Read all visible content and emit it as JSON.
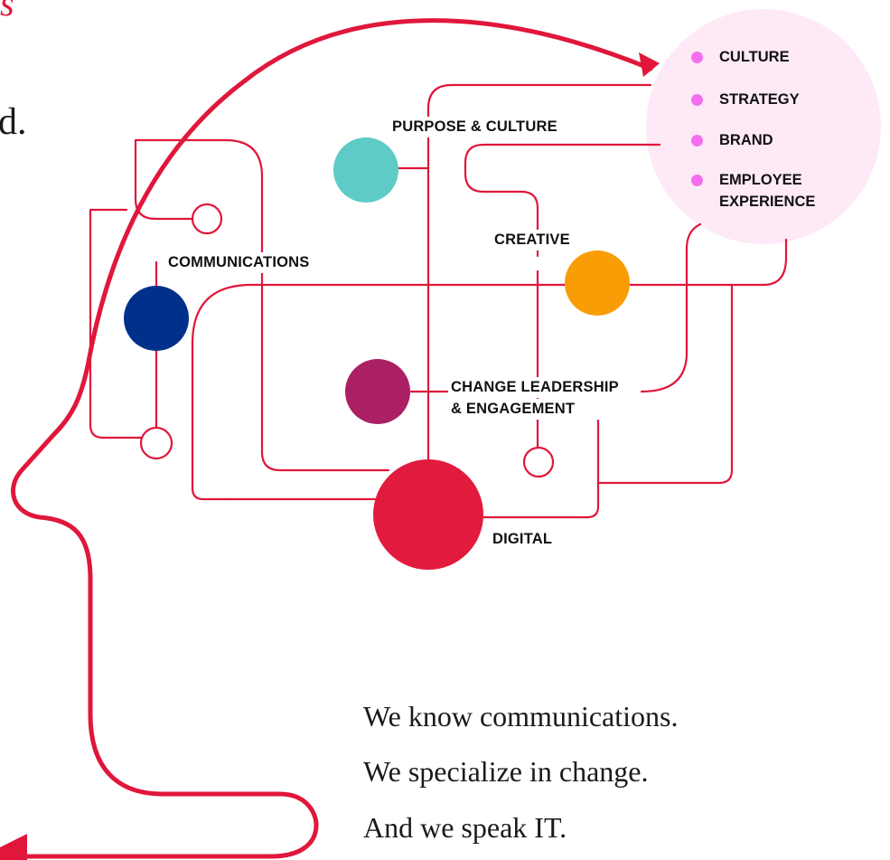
{
  "header_fragments": {
    "italic_fragment": "us",
    "text_fragment": "d."
  },
  "nodes": {
    "purpose_culture": "PURPOSE & CULTURE",
    "communications": "COMMUNICATIONS",
    "creative": "CREATIVE",
    "change_leadership_line1": "CHANGE LEADERSHIP",
    "change_leadership_line2": "& ENGAGEMENT",
    "digital": "DIGITAL"
  },
  "focus_list": {
    "items": [
      "CULTURE",
      "STRATEGY",
      "BRAND"
    ],
    "last_item_line1": "EMPLOYEE",
    "last_item_line2": "EXPERIENCE"
  },
  "taglines": [
    "We know communications.",
    "We specialize in change.",
    "And we speak IT."
  ],
  "colors": {
    "line": "#e0173b",
    "teal": "#5fcbc6",
    "navy": "#01308a",
    "orange": "#f99d07",
    "plum": "#ab1f64",
    "red": "#e21a3e",
    "pink_bubble": "#fdeaf6",
    "bullet": "#f46ff0"
  }
}
